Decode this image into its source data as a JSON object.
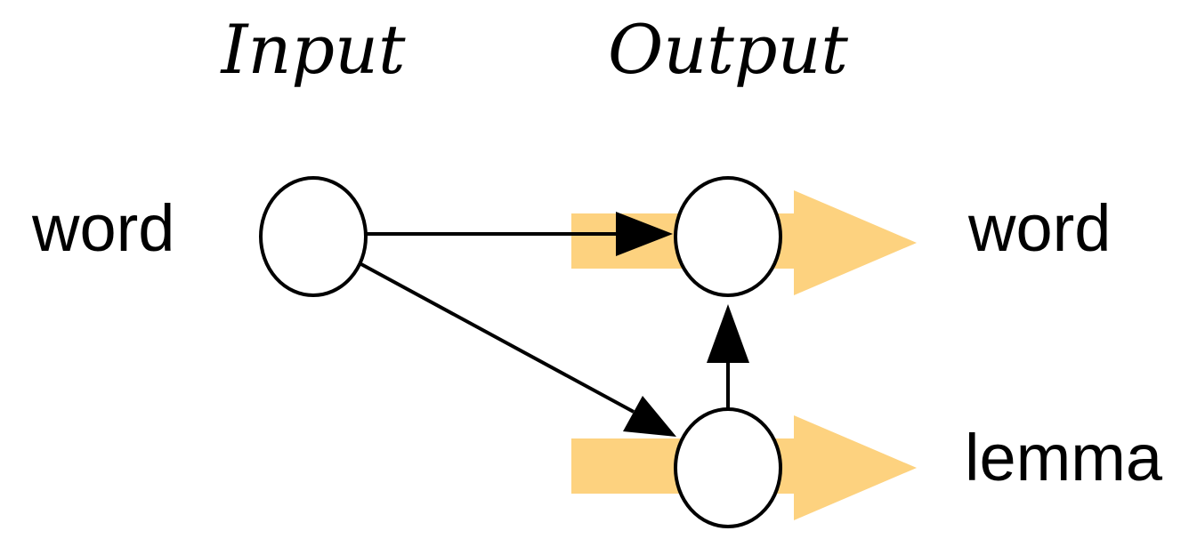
{
  "headings": {
    "input": "Input",
    "output": "Output"
  },
  "labels": {
    "input_word": "word",
    "output_word": "word",
    "output_lemma": "lemma"
  },
  "colors": {
    "highlight": "#fdd27f",
    "stroke": "#000000",
    "node_fill": "#ffffff",
    "background": "#ffffff"
  },
  "nodes": [
    {
      "id": "input-word",
      "role": "input"
    },
    {
      "id": "output-word",
      "role": "output"
    },
    {
      "id": "output-lemma",
      "role": "output"
    }
  ],
  "edges": [
    {
      "from": "input-word",
      "to": "output-word"
    },
    {
      "from": "input-word",
      "to": "output-lemma"
    },
    {
      "from": "output-lemma",
      "to": "output-word"
    }
  ]
}
